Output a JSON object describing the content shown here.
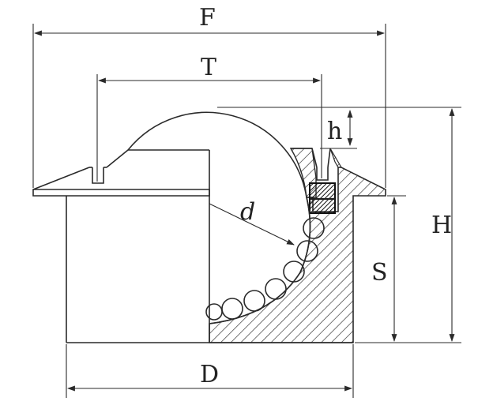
{
  "labels": {
    "F": "F",
    "T": "T",
    "h": "h",
    "d": "d",
    "H": "H",
    "S": "S",
    "D": "D"
  }
}
